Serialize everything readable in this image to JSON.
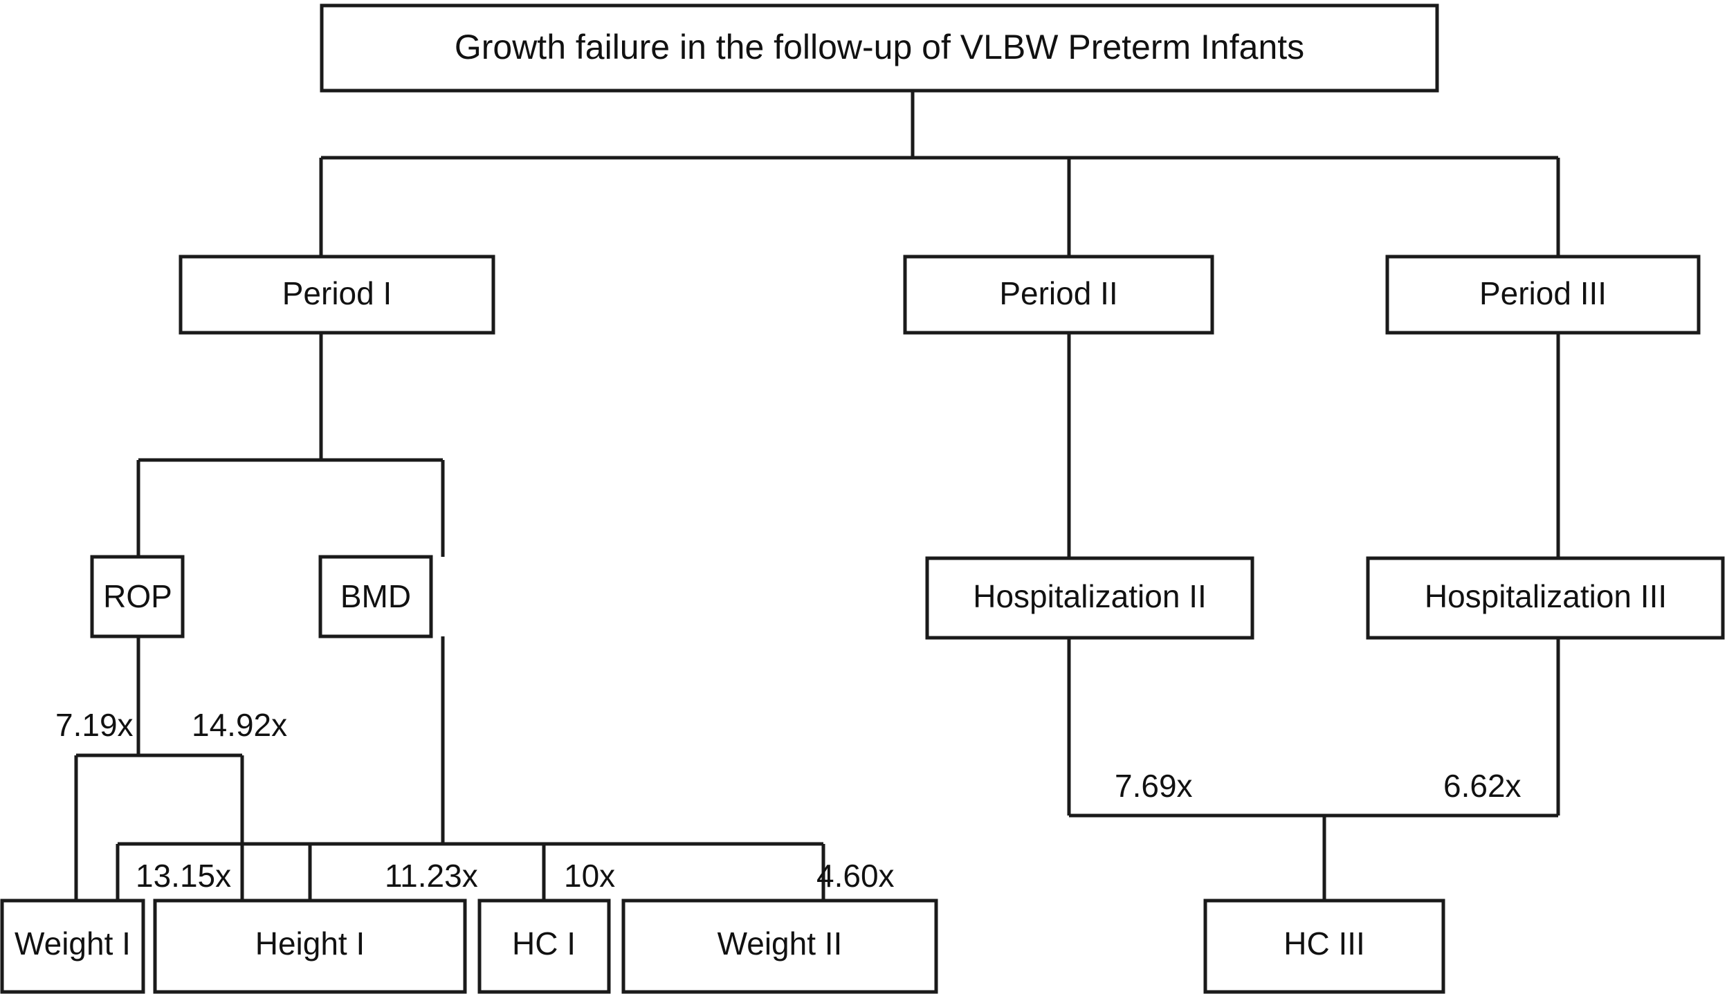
{
  "diagram": {
    "kind": "tree-flowchart",
    "title": "Growth failure in the follow-up of VLBW Preterm Infants",
    "nodes": {
      "root": "Growth failure in the follow-up of VLBW Preterm Infants",
      "period_1": "Period I",
      "period_2": "Period II",
      "period_3": "Period III",
      "rop": "ROP",
      "bmd": "BMD",
      "hosp_2": "Hospitalization II",
      "hosp_3": "Hospitalization III",
      "weight_1": "Weight I",
      "height_1": "Height I",
      "hc_1": "HC I",
      "weight_2": "Weight II",
      "hc_3": "HC III"
    },
    "edge_labels": {
      "rop_weight_1": "7.19x",
      "rop_height_1": "14.92x",
      "bmd_weight_1": "13.15x",
      "bmd_height_1": "11.23x",
      "bmd_hc_1": "10x",
      "bmd_weight_2": "4.60x",
      "hosp2_hc_3": "7.69x",
      "hosp3_hc_3": "6.62x"
    },
    "colors": {
      "stroke": "#1a1a1a",
      "fill": "#ffffff",
      "text": "#111111"
    }
  }
}
